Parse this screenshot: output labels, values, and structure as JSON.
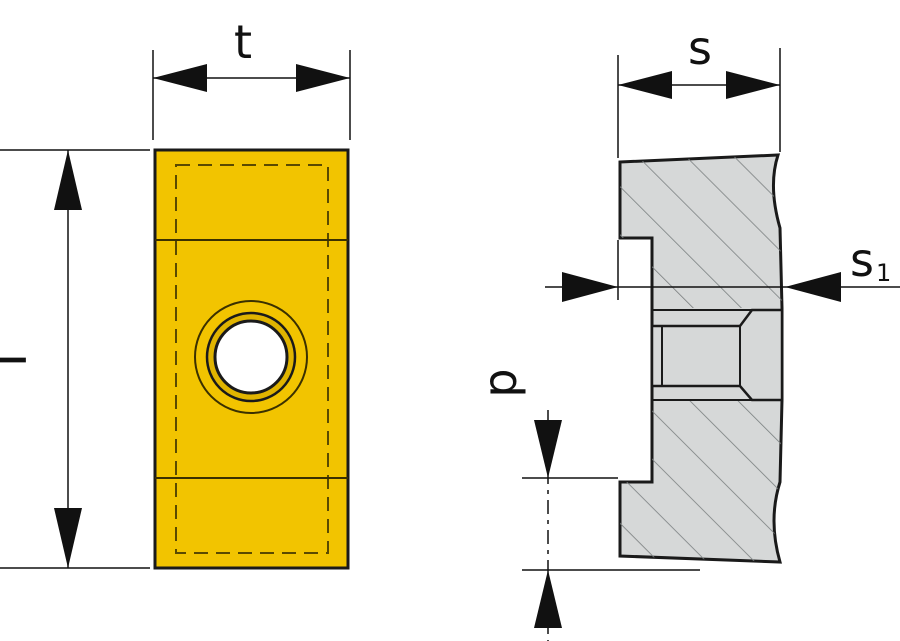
{
  "labels": {
    "t": "t",
    "l": "l",
    "s": "s",
    "s1_main": "s",
    "s1_sub": "1",
    "p": "p"
  },
  "colors": {
    "insert_fill": "#f2c400",
    "insert_outline": "#1a1a1a",
    "section_fill": "#d6d8d8",
    "hatch": "#7a7f80",
    "line": "#111111",
    "background": "#ffffff"
  }
}
